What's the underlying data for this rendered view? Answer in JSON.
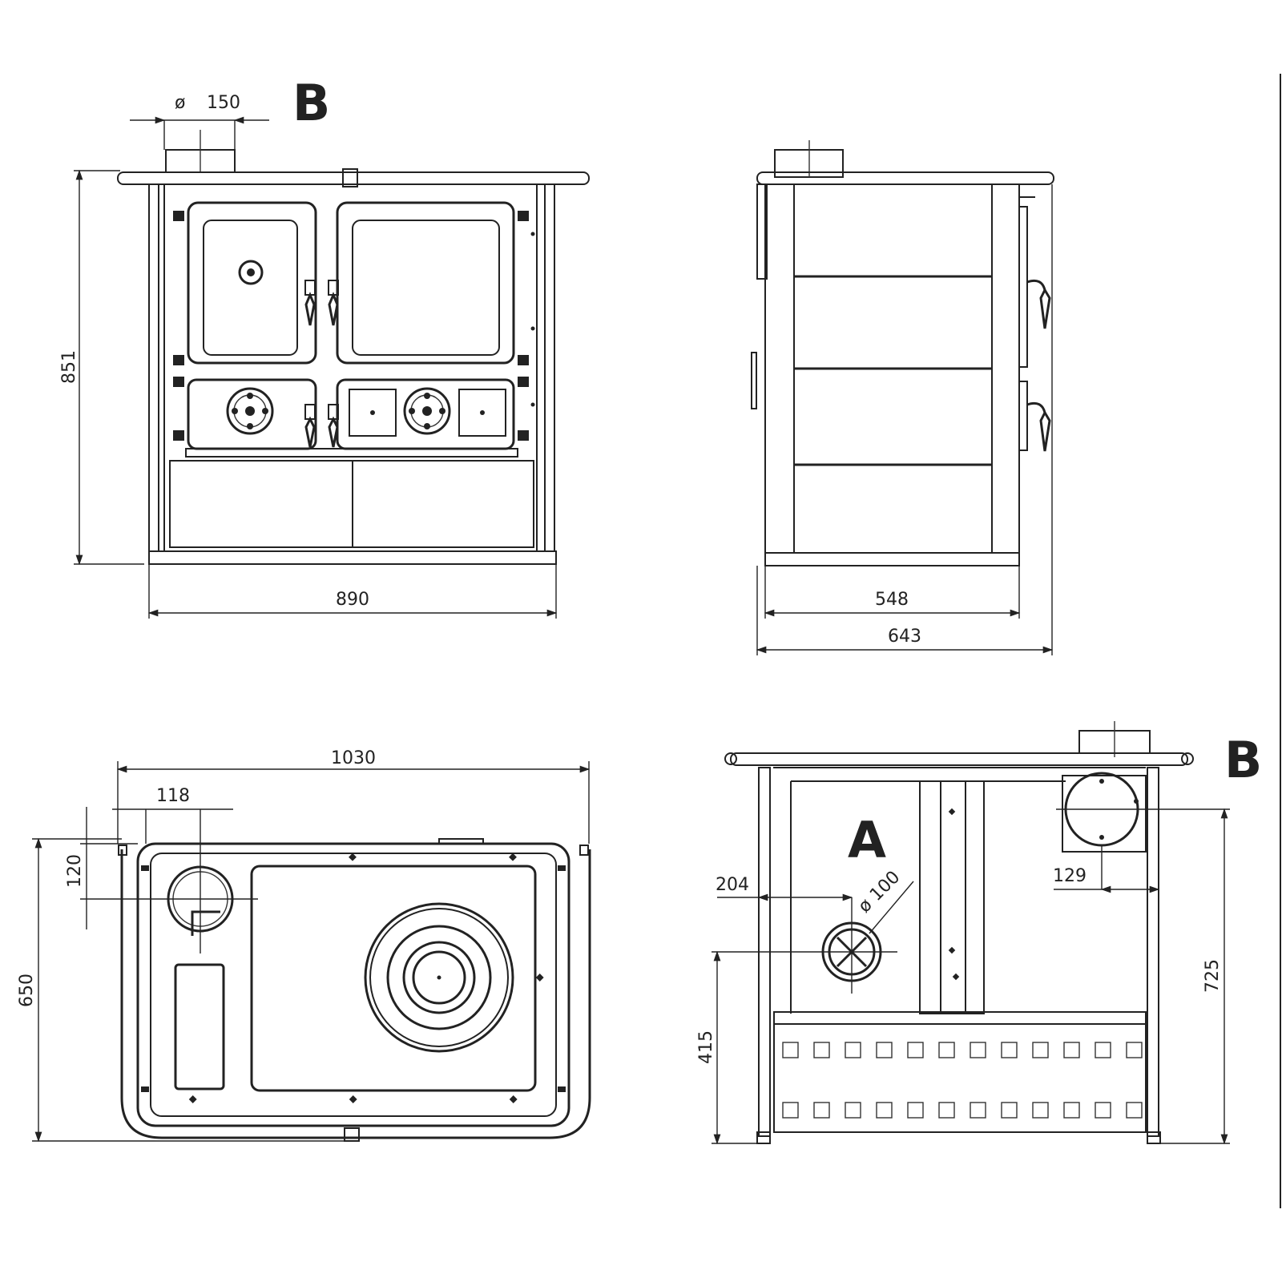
{
  "labels": {
    "view_letter_b_top": "B",
    "view_letter_b_rear": "B",
    "view_letter_a_rear": "A"
  },
  "dimensions": {
    "flue_diameter_symbol": "ø",
    "flue_diameter": "150",
    "height": "851",
    "width": "890",
    "depth_body": "548",
    "depth_overall": "643",
    "top_width": "1030",
    "flue_offset_x": "118",
    "flue_offset_y": "120",
    "top_depth": "650",
    "air_inlet_x": "204",
    "air_inlet_diameter": "ø 100",
    "rear_flue_offset": "129",
    "air_inlet_height": "415",
    "rear_flue_height": "725"
  }
}
